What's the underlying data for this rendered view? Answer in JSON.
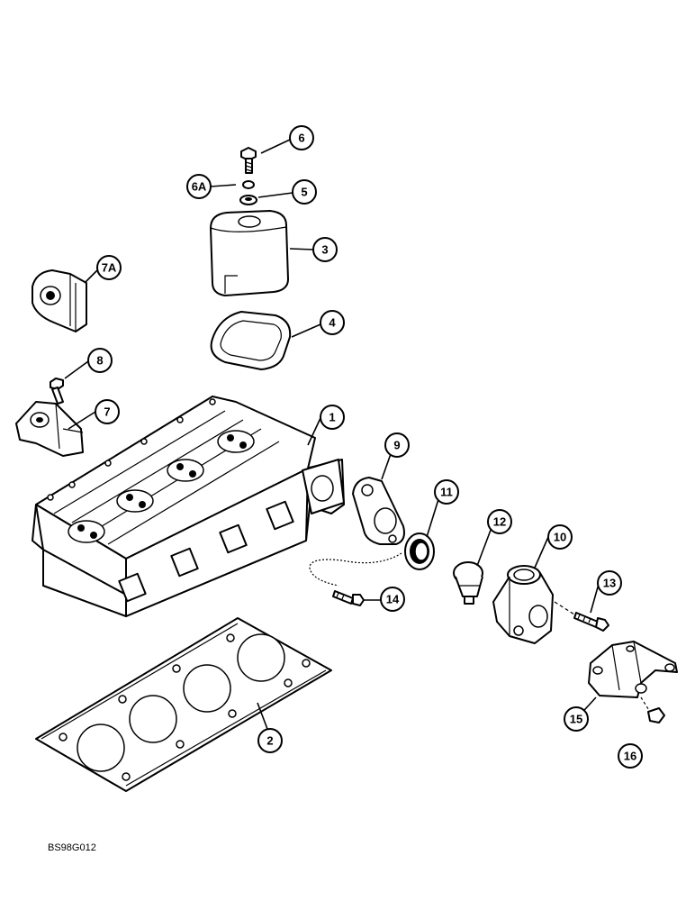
{
  "callouts": {
    "c1": "1",
    "c2": "2",
    "c3": "3",
    "c4": "4",
    "c5": "5",
    "c6": "6",
    "c6a": "6A",
    "c7": "7",
    "c7a": "7A",
    "c8": "8",
    "c9": "9",
    "c10": "10",
    "c11": "11",
    "c12": "12",
    "c13": "13",
    "c14": "14",
    "c15": "15",
    "c16": "16"
  },
  "figure_code": "BS98G012"
}
